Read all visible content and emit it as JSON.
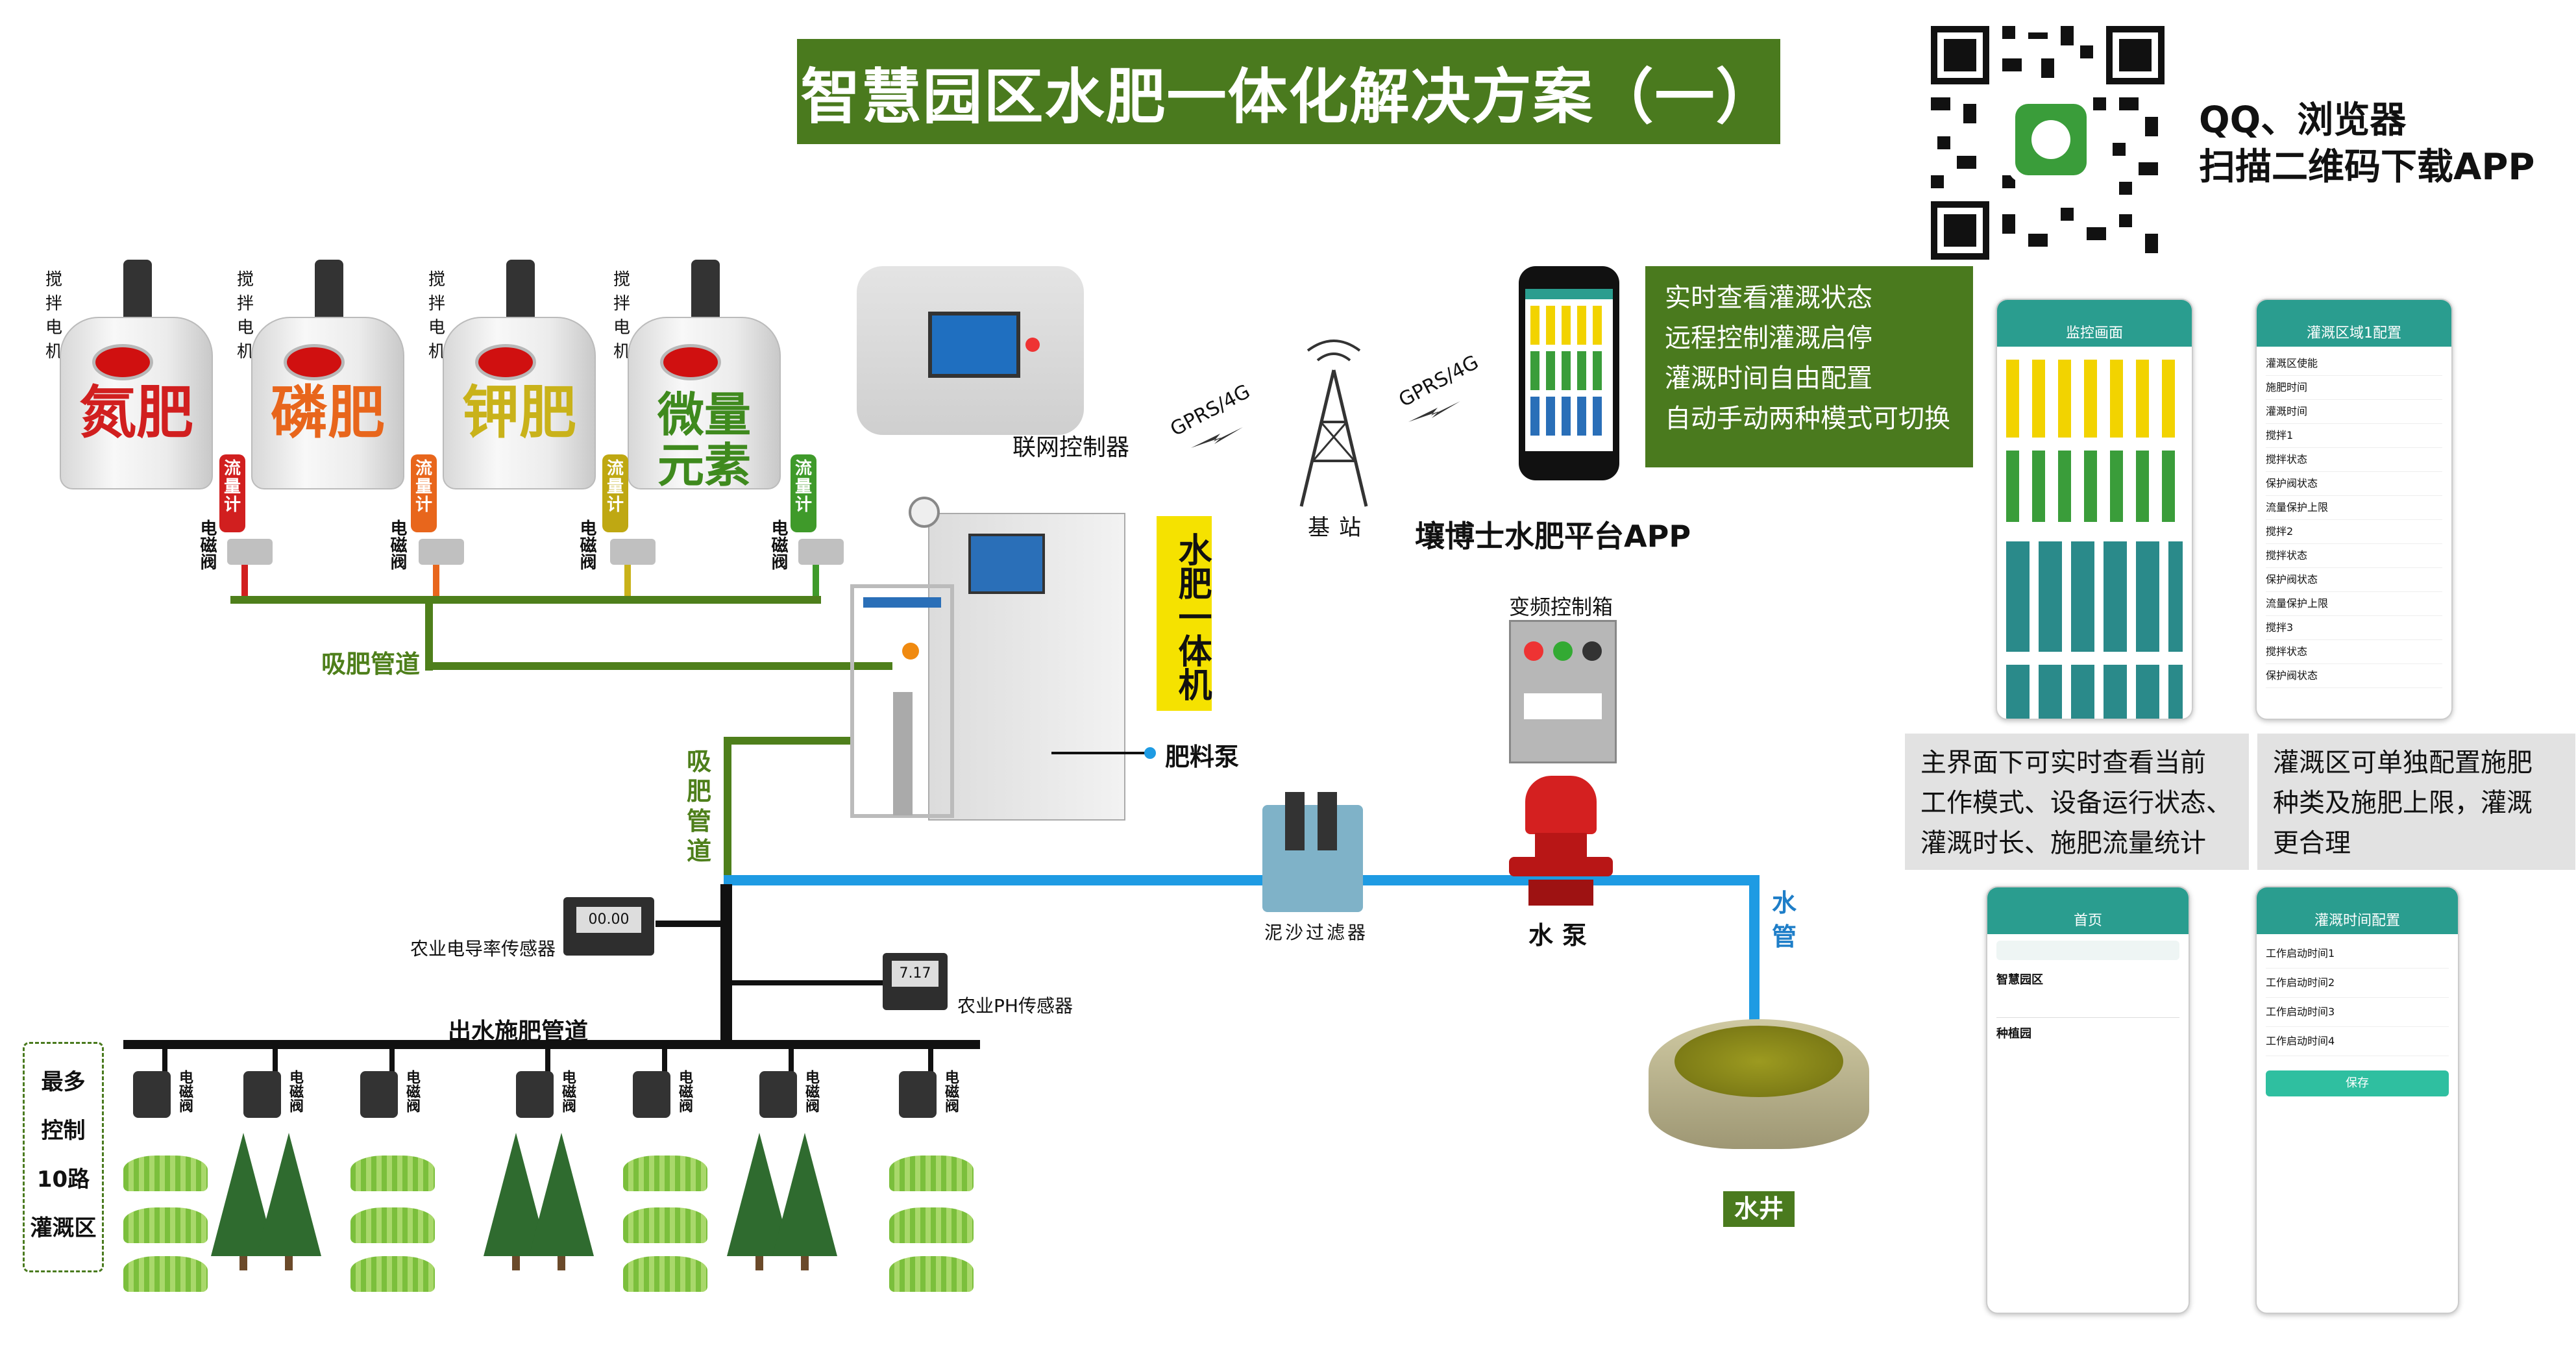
{
  "title": "智慧园区水肥一体化解决方案（一）",
  "qr_text": [
    "QQ、浏览器",
    "扫描二维码下载APP"
  ],
  "tanks": [
    {
      "motor": "搅拌电机",
      "name": "氮肥",
      "color": "#d11f1f",
      "flow": [
        "流",
        "量",
        "计"
      ],
      "flow_color": "#d11f1f",
      "valve": "电磁阀"
    },
    {
      "motor": "搅拌电机",
      "name": "磷肥",
      "color": "#e8661c",
      "flow": [
        "流",
        "量",
        "计"
      ],
      "flow_color": "#e8661c",
      "valve": "电磁阀"
    },
    {
      "motor": "搅拌电机",
      "name": "钾肥",
      "color": "#c9b21a",
      "flow": [
        "流",
        "量",
        "计"
      ],
      "flow_color": "#bfa812",
      "valve": "电磁阀"
    },
    {
      "motor": "搅拌电机",
      "name": "微量元素",
      "color": "#3f8a1e",
      "flow": [
        "流",
        "量",
        "计"
      ],
      "flow_color": "#3f9a2a",
      "valve": "电磁阀"
    }
  ],
  "labels": {
    "suction_pipe": "吸肥管道",
    "suction_pipe_v": "吸肥管道",
    "controller": "联网控制器",
    "machine": "水肥一体机",
    "fert_pump": "肥料泵",
    "gprs1": "GPRS/4G",
    "gprs2": "GPRS/4G",
    "base_station": "基站",
    "app_name": "壤博士水肥平台APP",
    "vfd": "变频控制箱",
    "filter": "泥沙过滤器",
    "pump": "水泵",
    "water_pipe": "水管",
    "well": "水井",
    "ec_sensor": "农业电导率传感器",
    "ph_sensor": "农业PH传感器",
    "outlet_pipe": "出水施肥管道",
    "zones_box": [
      "最多",
      "控制",
      "10路",
      "灌溉区"
    ],
    "zone_valve": "电磁阀",
    "ec_reading": "00.00",
    "ph_reading": "7.17"
  },
  "app_features": [
    "实时查看灌溉状态",
    "远程控制灌溉启停",
    "灌溉时间自由配置",
    "自动手动两种模式可切换"
  ],
  "notes": {
    "left": [
      "主界面下可实时查看当前",
      "工作模式、设备运行状态、",
      "灌溉时长、施肥流量统计"
    ],
    "right": [
      "灌溉区可单独配置施肥",
      "种类及施肥上限，灌溉",
      "更合理"
    ]
  },
  "phones": {
    "p1_title": "监控画面",
    "p2_title": "灌溉区域1配置",
    "p3_title": "首页",
    "p4_title": "灌溉时间配置",
    "p3_items": [
      "智慧园区",
      "种植园"
    ],
    "p4_save": "保存",
    "p2_rows": [
      "灌溉区使能",
      "施肥时间",
      "灌溉时间",
      "搅拌1",
      "搅拌状态",
      "保护阀状态",
      "流量保护上限",
      "搅拌2",
      "搅拌状态",
      "保护阀状态",
      "流量保护上限",
      "搅拌3",
      "搅拌状态",
      "保护阀状态"
    ],
    "p4_rows": [
      "工作启动时间1",
      "工作启动时间2",
      "工作启动时间3",
      "工作启动时间4"
    ]
  }
}
